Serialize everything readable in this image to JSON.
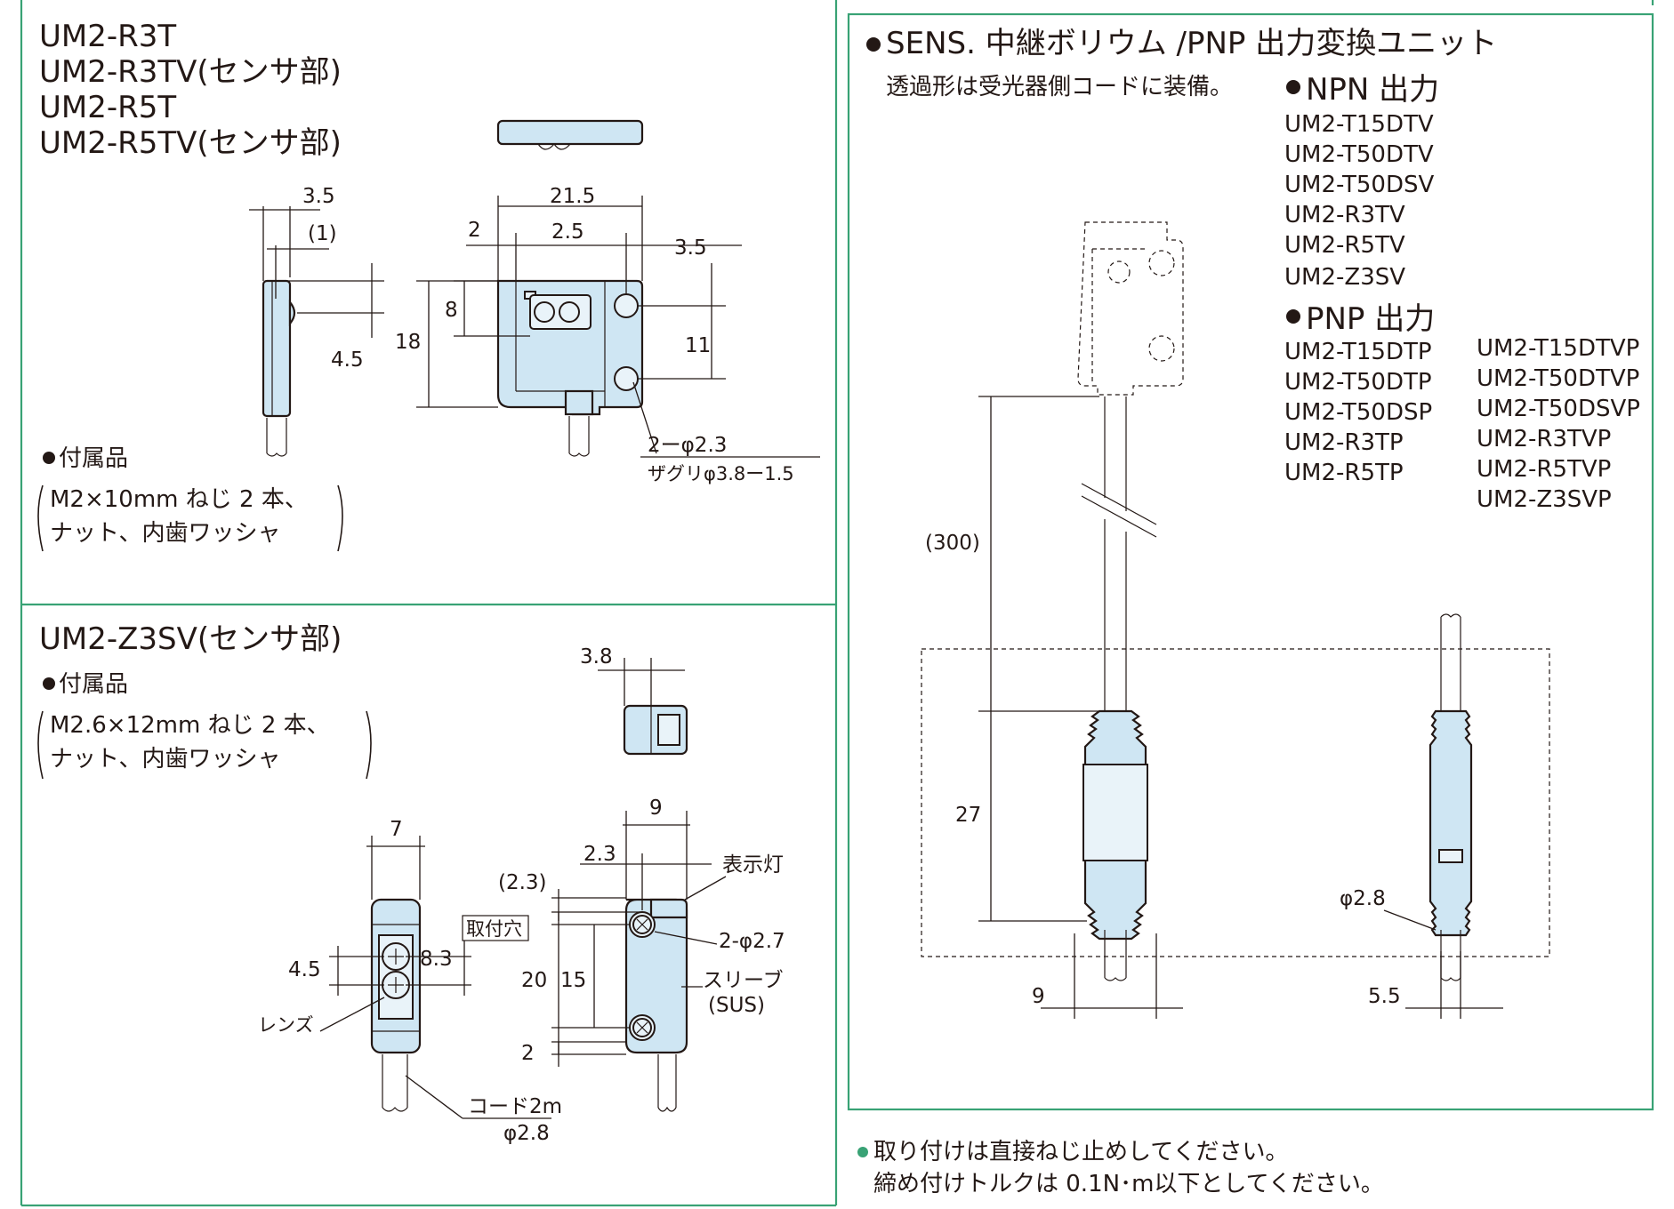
{
  "left_top": {
    "models": [
      "UM2-R3T",
      "UM2-R3TV(センサ部)",
      "UM2-R5T",
      "UM2-R5TV(センサ部)"
    ],
    "dims": {
      "d3_5_top": "3.5",
      "d1": "(1)",
      "d4_5": "4.5",
      "d21_5": "21.5",
      "d2": "2",
      "d2_5": "2.5",
      "d3_5_right": "3.5",
      "d18": "18",
      "d8": "8",
      "d11": "11"
    },
    "hole_note_1": "2ーφ2.3",
    "hole_note_2": "ザグリφ3.8ー1.5",
    "accessory_heading": "付属品",
    "accessory_line1": "M2×10mm ねじ 2 本、",
    "accessory_line2": "ナット、内歯ワッシャ"
  },
  "left_bottom": {
    "model": "UM2-Z3SV(センサ部)",
    "accessory_heading": "付属品",
    "accessory_line1": "M2.6×12mm ねじ 2 本、",
    "accessory_line2": "ナット、内歯ワッシャ",
    "dims": {
      "d3_8": "3.8",
      "d7": "7",
      "d9": "9",
      "d2_3": "2.3",
      "d2_3p": "(2.3)",
      "d4_5": "4.5",
      "d8_3": "8.3",
      "d20": "20",
      "d15": "15",
      "d2": "2"
    },
    "mount_hole": "取付穴",
    "indicator": "表示灯",
    "hole_note": "2-φ2.7",
    "sleeve_1": "スリーブ",
    "sleeve_2": "(SUS)",
    "lens": "レンズ",
    "cord_1": "コード2m",
    "cord_2": "φ2.8"
  },
  "right": {
    "title": "SENS. 中継ボリウム /PNP 出力変換ユニット",
    "subtitle": "透過形は受光器側コードに装備。",
    "npn_heading": "NPN 出力",
    "npn_models": [
      "UM2-T15DTV",
      "UM2-T50DTV",
      "UM2-T50DSV",
      "UM2-R3TV",
      "UM2-R5TV",
      "UM2-Z3SV"
    ],
    "pnp_heading": "PNP 出力",
    "pnp_models_a": [
      "UM2-T15DTP",
      "UM2-T50DTP",
      "UM2-T50DSP",
      "UM2-R3TP",
      "UM2-R5TP"
    ],
    "pnp_models_b": [
      "UM2-T15DTVP",
      "UM2-T50DTVP",
      "UM2-T50DSVP",
      "UM2-R3TVP",
      "UM2-R5TVP",
      "UM2-Z3SVP"
    ],
    "dims": {
      "d300": "(300)",
      "d27": "27",
      "d9": "9",
      "d5_5": "5.5",
      "d2_8": "φ2.8"
    }
  },
  "notes": {
    "note1": "取り付けは直接ねじ止めしてください。",
    "note2": "締め付けトルクは 0.1N･m以下としてください。"
  },
  "colors": {
    "frame": "#39a275",
    "body_fill": "#cfe6f3",
    "ink": "#231815"
  }
}
